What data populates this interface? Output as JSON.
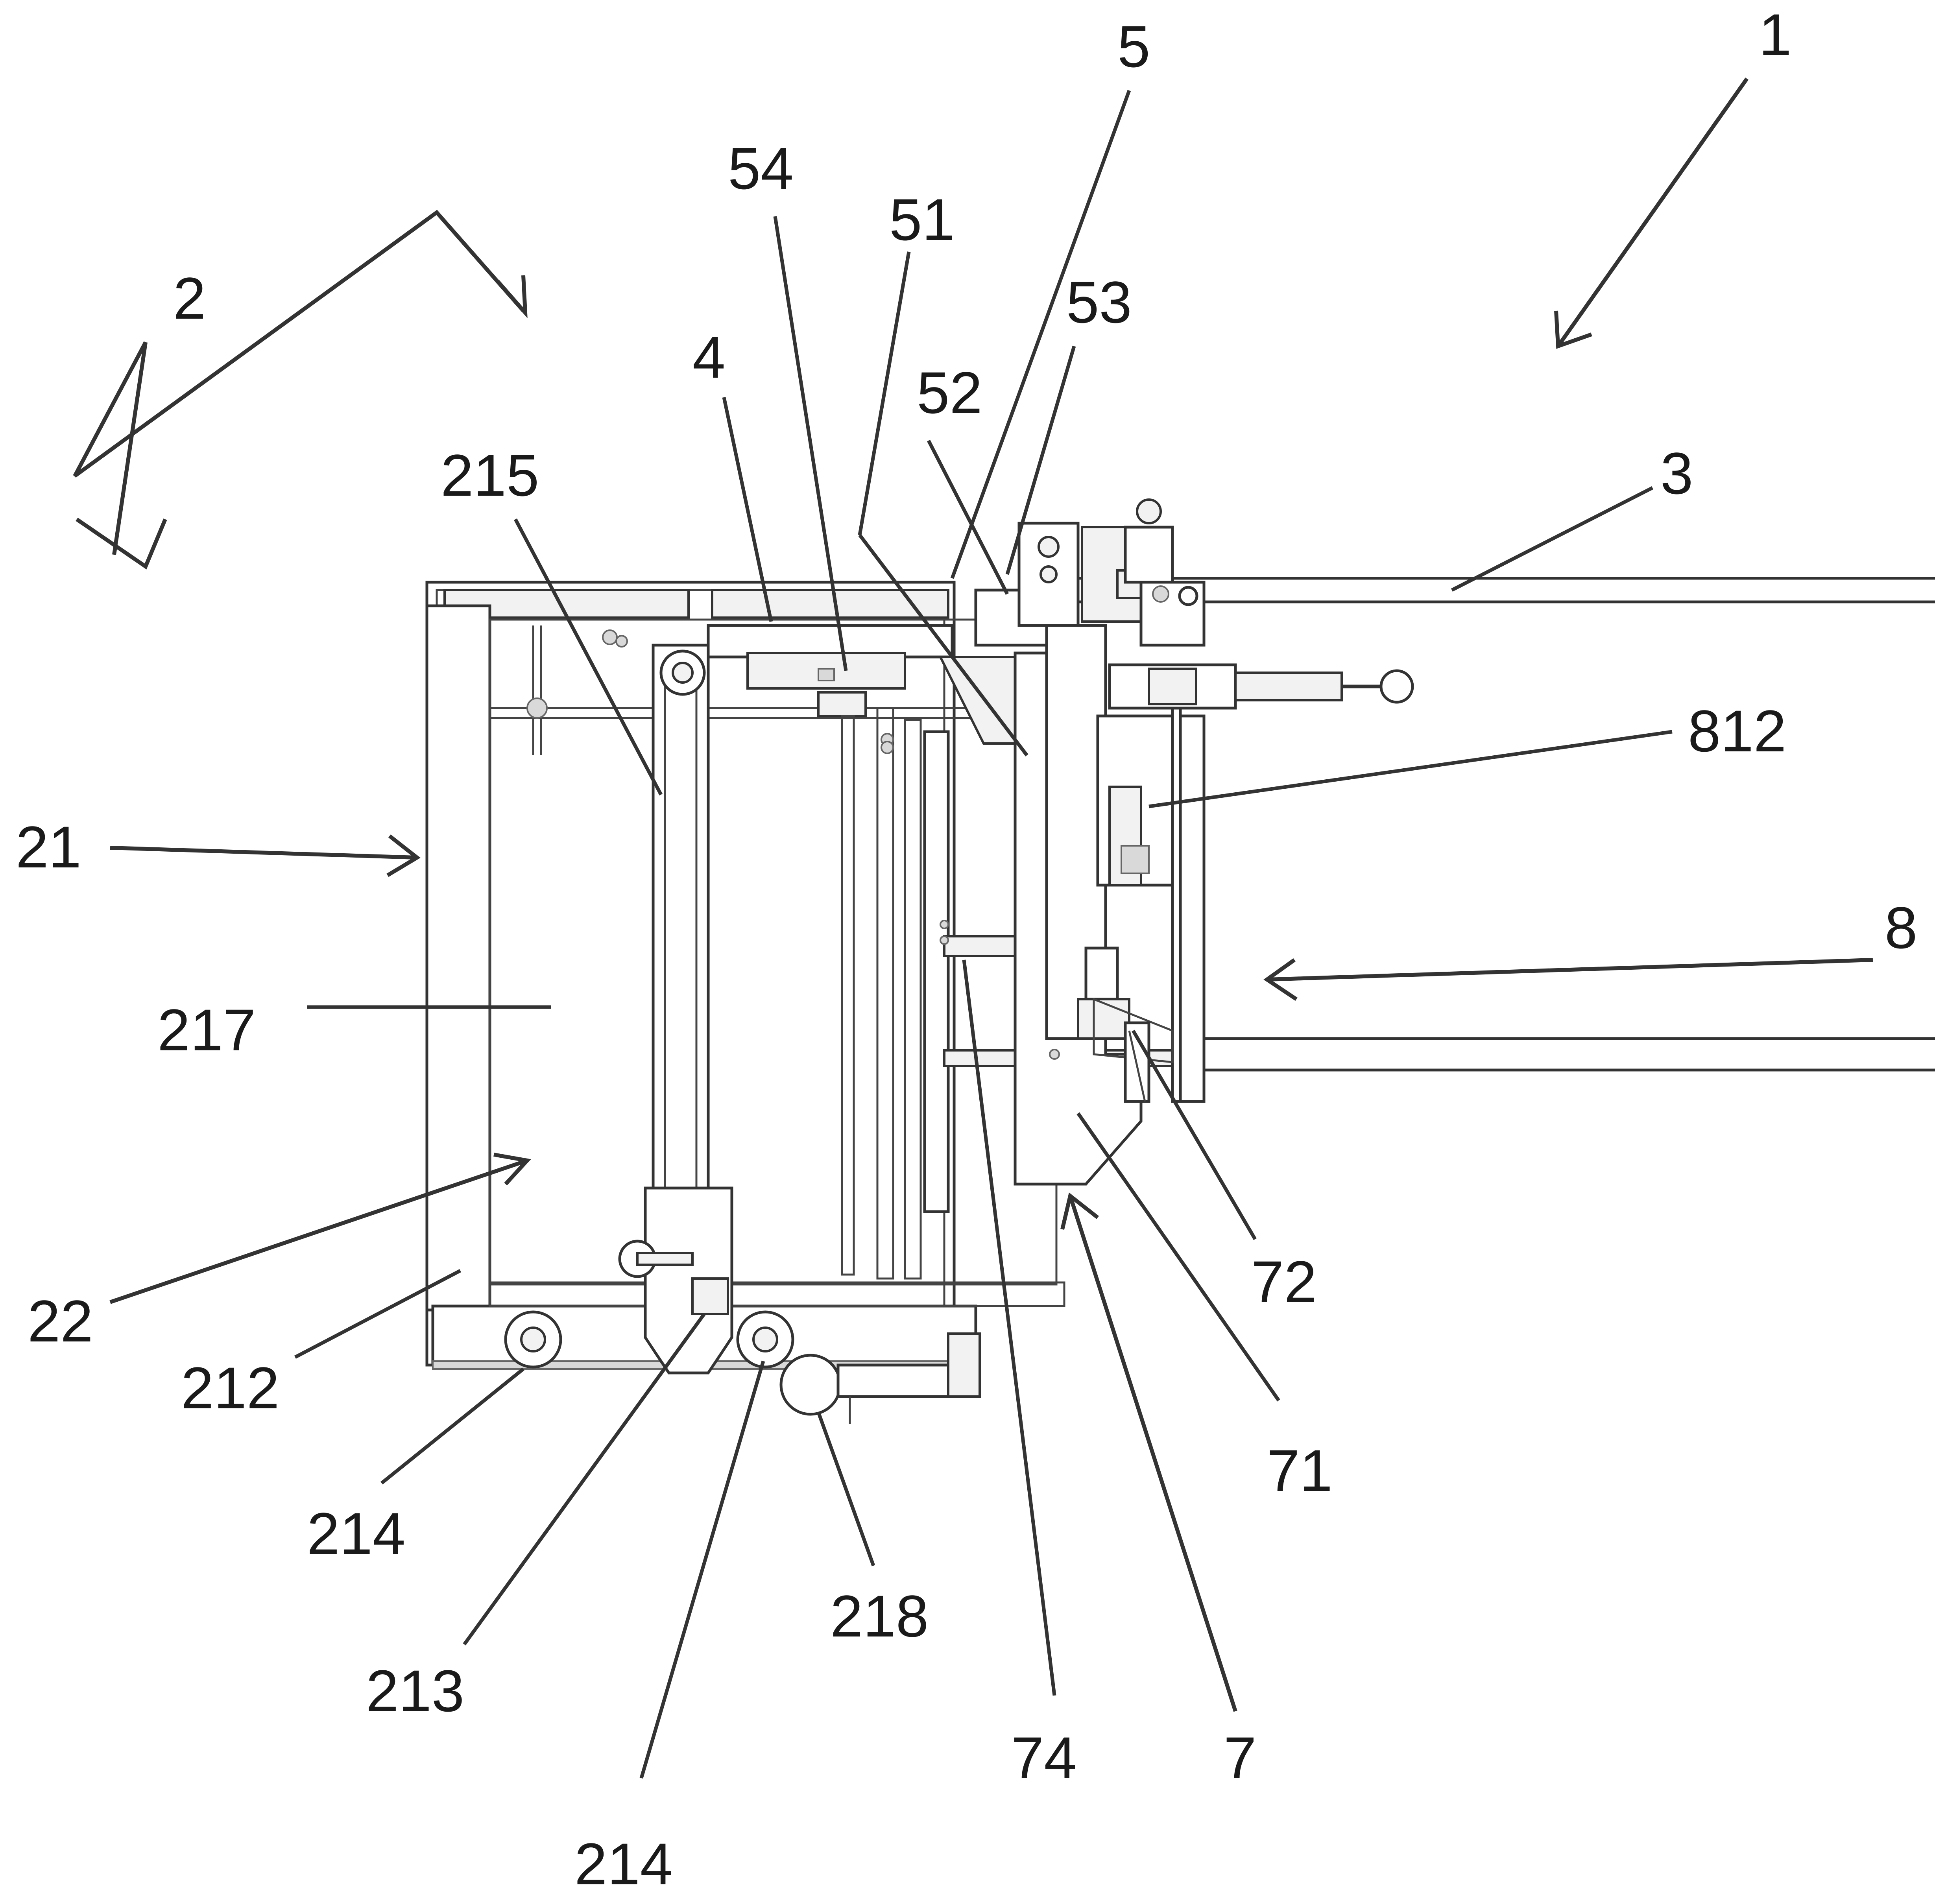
{
  "figure": {
    "labels": {
      "1": "1",
      "2": "2",
      "3": "3",
      "4": "4",
      "5": "5",
      "7": "7",
      "8": "8",
      "21": "21",
      "22": "22",
      "51": "51",
      "52": "52",
      "53": "53",
      "54": "54",
      "71": "71",
      "72": "72",
      "74": "74",
      "212": "212",
      "213": "213",
      "214_left": "214",
      "214_bottom": "214",
      "215": "215",
      "217": "217",
      "218": "218",
      "812": "812"
    }
  }
}
